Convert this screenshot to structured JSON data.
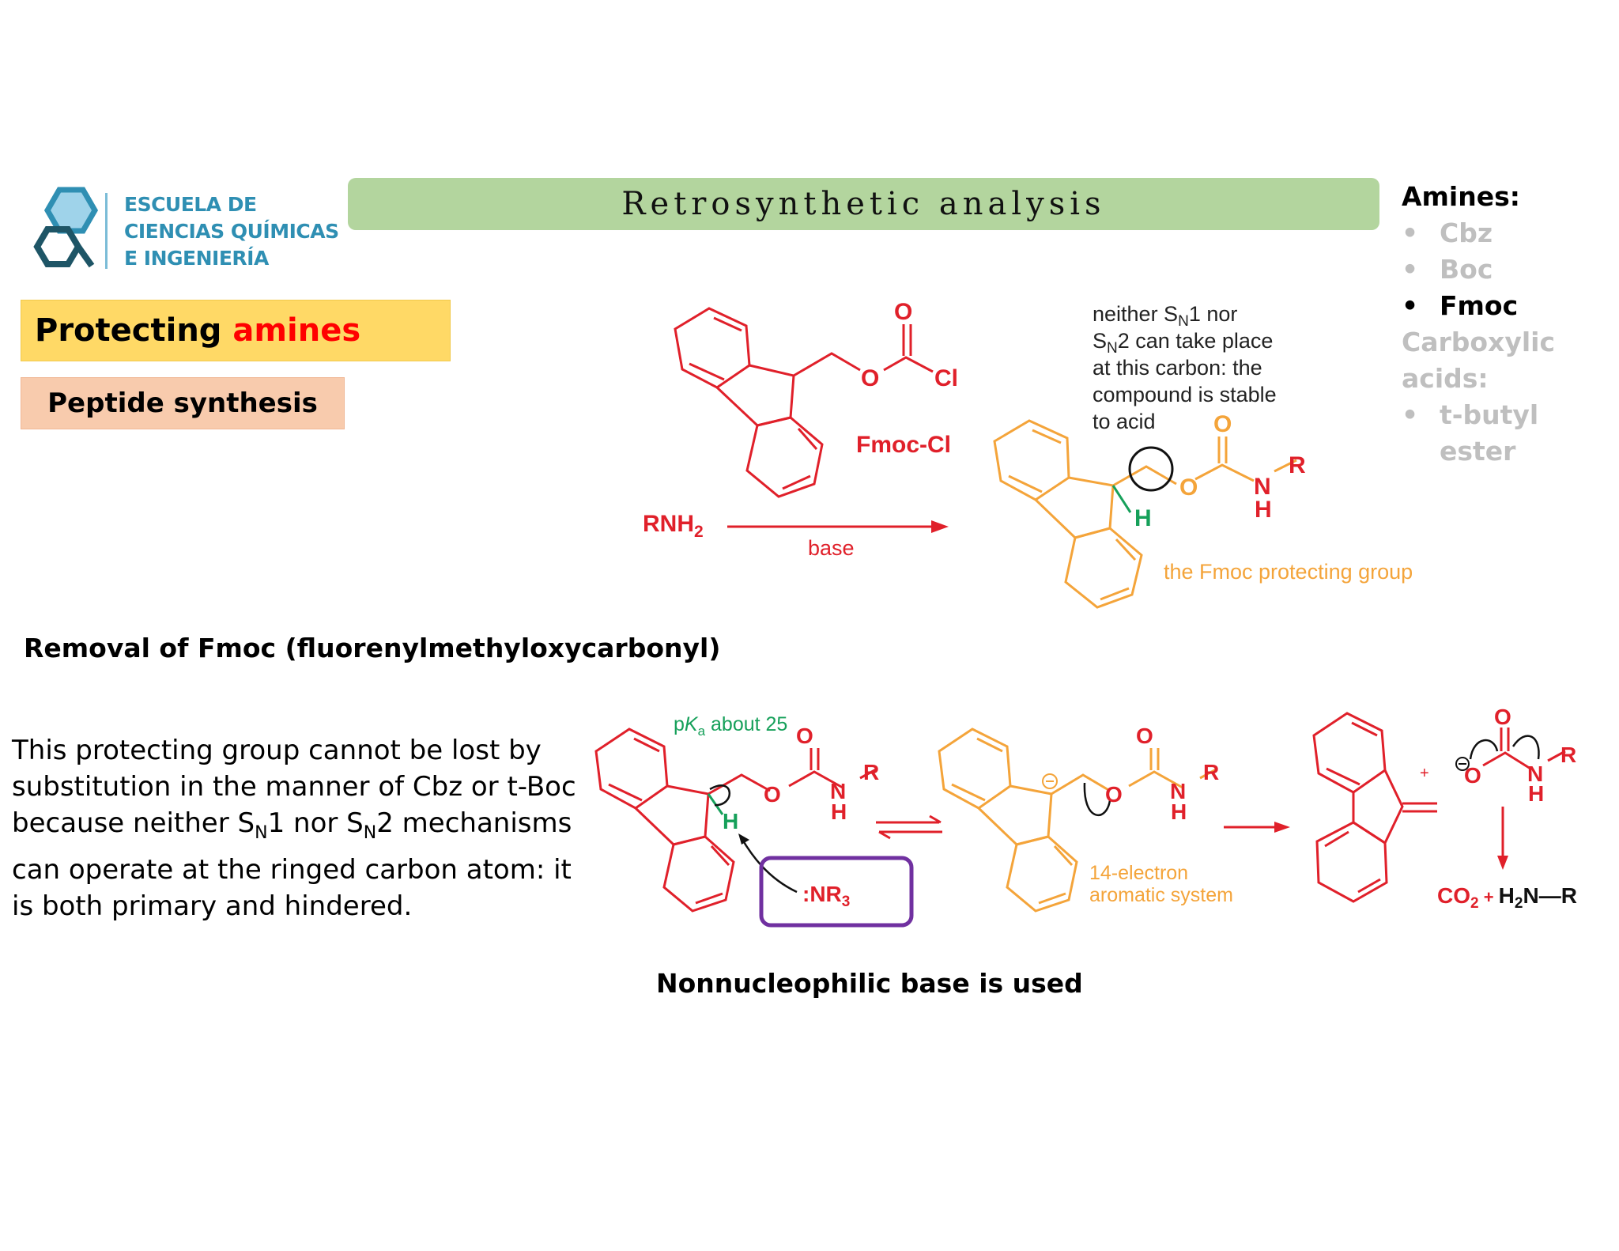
{
  "logo": {
    "line1": "ESCUELA DE",
    "line2": "CIENCIAS QUÍMICAS",
    "line3": "E INGENIERÍA"
  },
  "header": {
    "title": "Retrosynthetic analysis"
  },
  "tags": {
    "protecting_prefix": "Protecting ",
    "protecting_highlight": "amines",
    "peptide": "Peptide synthesis"
  },
  "sidebar": {
    "amines_heading": "Amines:",
    "items": [
      "Cbz",
      "Boc",
      "Fmoc"
    ],
    "acids_heading": "Carboxylic acids:",
    "acid_items": [
      "t-butyl ester"
    ]
  },
  "scheme1": {
    "reagent_label": "Fmoc-Cl",
    "o_atom": "O",
    "cl_atom": "Cl",
    "amine": "RNH",
    "amine_sub": "2",
    "arrow_label": "base",
    "note_lines": [
      "neither S",
      "N",
      "1 nor",
      "S",
      "N",
      "2 can take place",
      "at this carbon: the",
      "compound is stable",
      "to acid"
    ],
    "h_atom": "H",
    "n_atom": "N",
    "r_group": "R",
    "group_caption": "the Fmoc protecting group"
  },
  "removal_heading": "Removal of Fmoc (fluorenylmethyloxycarbonyl)",
  "paragraph": {
    "p1": "This protecting group cannot be lost by substitution in the manner of Cbz or t-Boc because neither S",
    "sub1": "N",
    "p2": "1 nor S",
    "sub2": "N",
    "p3": "2 mechanisms can operate at the ringed carbon atom: it is both primary and hindered."
  },
  "scheme2": {
    "pka_prefix": "p",
    "pka_k": "K",
    "pka_sub": "a",
    "pka_suffix": " about 25",
    "base": ":NR",
    "base_sub": "3",
    "aromatic_line1": "14-electron",
    "aromatic_line2": "aromatic system",
    "plus": "+",
    "co2": "CO",
    "co2_sub": "2",
    "plus2": " + ",
    "amine_product": "H",
    "amine_product_sub": "2",
    "amine_product_rest": "N—R"
  },
  "caption": "Nonnucleophilic base is used",
  "colors": {
    "red": "#e0202a",
    "orange": "#f4a43a",
    "green": "#16a05a",
    "purple": "#7030a0"
  }
}
